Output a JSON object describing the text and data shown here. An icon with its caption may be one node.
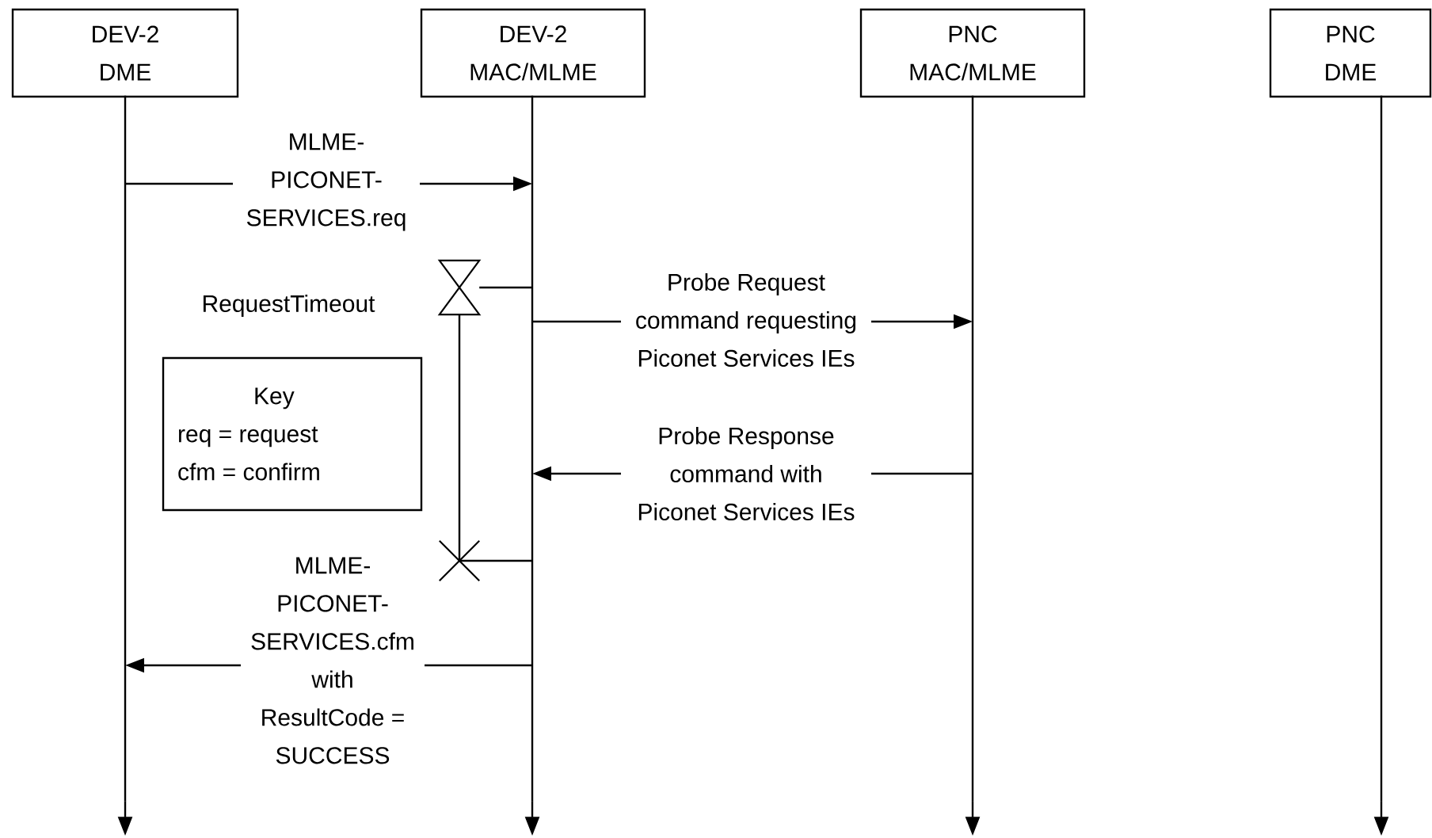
{
  "diagram": {
    "nodes": [
      {
        "text": [
          "DEV-2 DME"
        ]
      },
      {
        "text": [
          "DEV-2 MAC/MLME"
        ]
      },
      {
        "text": [
          "PNC MAC/MLME"
        ]
      },
      {
        "text": [
          "PNC DME"
        ]
      },
      {
        "text": [
          "Key",
          "req = request",
          "cfm = confirm"
        ]
      },
      {
        "text": [],
        "shape": "line"
      },
      {
        "text": [],
        "shape": "line"
      },
      {
        "text": [],
        "shape": "line"
      },
      {
        "text": [],
        "shape": "line"
      },
      {
        "text": [],
        "shape": "hourglass",
        "beside": [
          "RequestTimeout"
        ]
      },
      {
        "text": [],
        "shape": "cross"
      }
    ],
    "edges": [
      {
        "from": 5,
        "to": 6,
        "arrow": "to",
        "label": "MLME- PICONET- SERVICES.req"
      },
      {
        "from": 6,
        "to": 7,
        "arrow": "to",
        "label": "Probe Request command requesting Piconet Services IEs"
      },
      {
        "from": 7,
        "to": 6,
        "arrow": "to",
        "label": "Probe Response command with Piconet Services IEs"
      },
      {
        "from": 6,
        "to": 5,
        "arrow": "to",
        "label": "MLME- PICONET- SERVICES.cfm with ResultCode = SUCCESS"
      },
      {
        "from": 6,
        "to": 9,
        "arrow": "none"
      },
      {
        "from": 9,
        "to": 10,
        "arrow": "none"
      },
      {
        "from": 6,
        "to": 10,
        "arrow": "none"
      },
      {
        "from": 5,
        "to": null,
        "arrow": "to"
      },
      {
        "from": 6,
        "to": null,
        "arrow": "to"
      },
      {
        "from": 7,
        "to": null,
        "arrow": "to"
      },
      {
        "from": 8,
        "to": null,
        "arrow": "to"
      }
    ]
  }
}
